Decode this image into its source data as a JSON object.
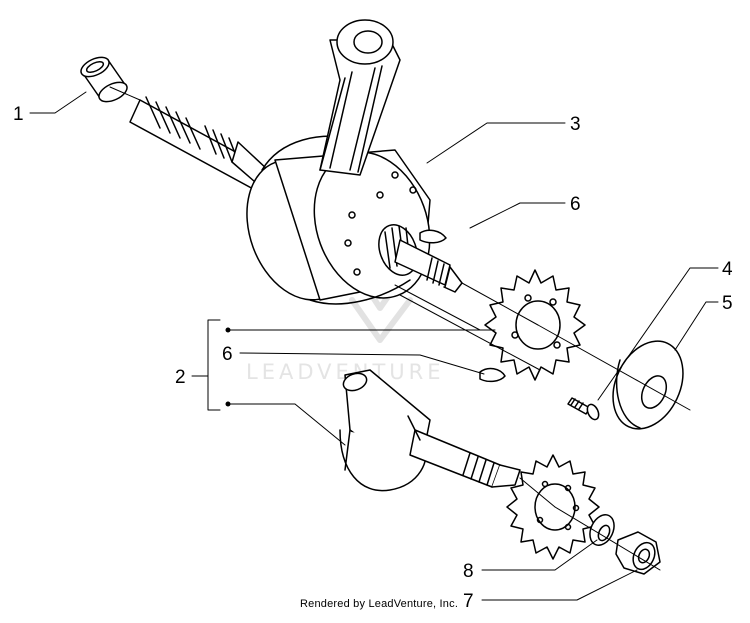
{
  "callouts": {
    "c1": "1",
    "c2": "2",
    "c3": "3",
    "c4": "4",
    "c5": "5",
    "c6a": "6",
    "c6b": "6",
    "c7": "7",
    "c8": "8"
  },
  "watermark": "LEADVENTURE",
  "footer": "Rendered by LeadVenture, Inc."
}
